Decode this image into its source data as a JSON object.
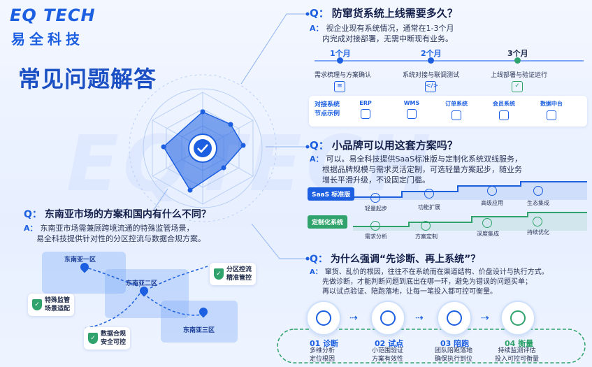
{
  "brand": {
    "name_en": "EQ TECH",
    "name_cn": "易全科技"
  },
  "page_title": "常见问题解答",
  "q1": {
    "q_mark": "Q：",
    "question": "防窜货系统上线需要多久？",
    "a_mark": "A：",
    "answer_lines": [
      "视企业现有系统情况，通常在1-3个月",
      "内完成对接部署，无需中断现有业务。"
    ],
    "timeline": [
      {
        "label": "1个月",
        "caption": "需求梳理与方案确认",
        "icon": "document-icon"
      },
      {
        "label": "2个月",
        "caption": "系统对接与联调测试",
        "icon": "code-icon"
      },
      {
        "label": "3个月",
        "caption": "上线部署与验证运行",
        "icon": "check-icon"
      }
    ],
    "systems_title": [
      "对接系统",
      "节点示例"
    ],
    "systems": [
      "ERP",
      "WMS",
      "订单系统",
      "会员系统",
      "数据中台"
    ]
  },
  "q2": {
    "q_mark": "Q：",
    "question": "小品牌可以用这套方案吗？",
    "a_mark": "A：",
    "answer_lines": [
      "可以。易全科技提供SaaS标准版与定制化系统双线服务，",
      "根据品牌规模与需求灵活定制，可选轻量方案起步，随业务",
      "增长平滑升级，不设固定门槛。"
    ],
    "saas_tag": "SaaS 标准版",
    "saas_steps": [
      "轻量起步",
      "功能扩展",
      "高级应用",
      "生态集成"
    ],
    "custom_tag": "定制化系统",
    "custom_steps": [
      "需求分析",
      "方案定制",
      "深度集成",
      "持续优化"
    ]
  },
  "q3": {
    "q_mark": "Q：",
    "question": "东南亚市场的方案和国内有什么不同？",
    "a_mark": "A：",
    "answer_lines": [
      "东南亚市场需兼顾跨境流通的特殊监管场景，",
      "易全科技提供针对性的分区控流与数据合规方案。"
    ],
    "zones": [
      "东南亚一区",
      "东南亚二区",
      "东南亚三区"
    ],
    "badges": [
      {
        "lines": [
          "分区控流",
          "精准管控"
        ]
      },
      {
        "lines": [
          "特殊监管",
          "场景适配"
        ]
      },
      {
        "lines": [
          "数据合规",
          "安全可控"
        ]
      }
    ]
  },
  "q4": {
    "q_mark": "Q：",
    "question": "为什么强调“先诊断、再上系统”？",
    "a_mark": "A：",
    "answer_lines": [
      "窜货、乱价的根因，往往不在系统而在渠道结构、价盘设计与执行方式。",
      "先做诊断，才能判断问题到底出在哪一环，避免为错误的问题买单；",
      "再以试点验证、陪跑落地，让每一笔投入都可控可衡量。"
    ],
    "steps": [
      {
        "title": "01 诊断",
        "desc": [
          "多维分析",
          "定位根因"
        ]
      },
      {
        "title": "02 试点",
        "desc": [
          "小范围验证",
          "方案有效性"
        ]
      },
      {
        "title": "03 陪跑",
        "desc": [
          "团队陪跑落地",
          "确保执行到位"
        ]
      },
      {
        "title": "04 衡量",
        "desc": [
          "持续监测评估",
          "投入可控可衡量"
        ]
      }
    ]
  },
  "colors": {
    "primary": "#1c5fe0",
    "accent_green": "#2fa36b",
    "text": "#1e2a4a"
  }
}
